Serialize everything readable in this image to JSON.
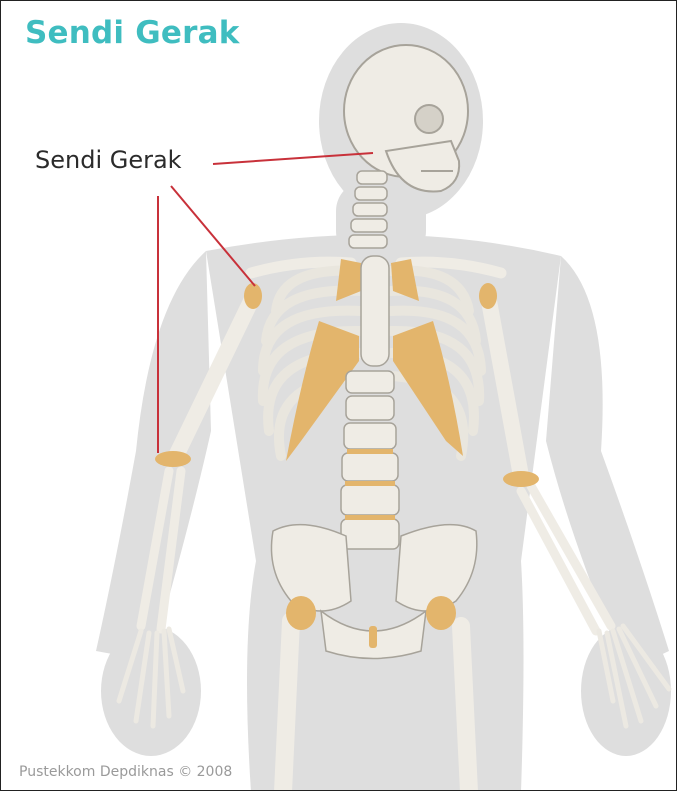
{
  "diagram": {
    "title": "Sendi Gerak",
    "callout_label": "Sendi Gerak",
    "credit": "Pustekkom Depdiknas © 2008"
  },
  "colors": {
    "title": "#3fbdc0",
    "bone": "#eeebe4",
    "bone_outline": "#a7a39a",
    "cartilage": "#e3b56c",
    "silhouette": "#dcdcdc",
    "leader_line": "#c8313a"
  }
}
